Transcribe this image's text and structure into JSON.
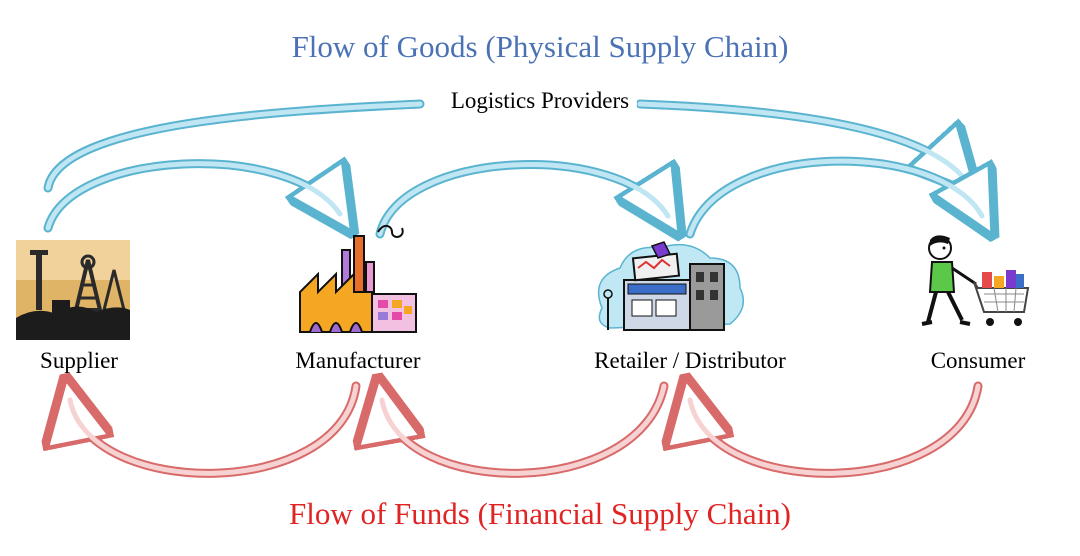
{
  "titles": {
    "goods": "Flow of Goods (Physical Supply Chain)",
    "funds": "Flow of Funds (Financial Supply Chain)",
    "logistics": "Logistics Providers"
  },
  "nodes": [
    {
      "id": "supplier",
      "label": "Supplier",
      "icon": "mine-headframe-icon"
    },
    {
      "id": "manufacturer",
      "label": "Manufacturer",
      "icon": "factory-icon"
    },
    {
      "id": "retailer",
      "label": "Retailer / Distributor",
      "icon": "store-icon"
    },
    {
      "id": "consumer",
      "label": "Consumer",
      "icon": "shopper-with-cart-icon"
    }
  ],
  "colors": {
    "goods_title": "#4a72b4",
    "funds_title": "#e02424",
    "goods_arrow": "#8fd0e4",
    "funds_arrow": "#e89a9a"
  }
}
